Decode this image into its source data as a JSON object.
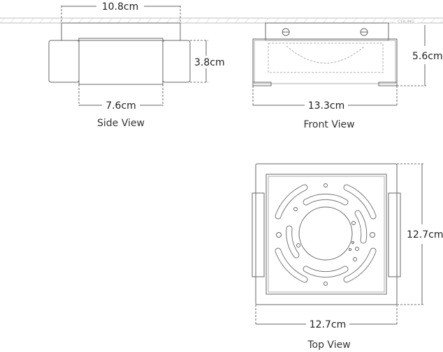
{
  "ceiling_label": "CEILING",
  "side_view": {
    "label": "Side View",
    "overall_width": "10.8cm",
    "height": "3.8cm",
    "body_width": "7.6cm"
  },
  "front_view": {
    "label": "Front View",
    "height": "5.6cm",
    "width": "13.3cm"
  },
  "top_view": {
    "label": "Top View",
    "depth": "12.7cm",
    "width": "12.7cm"
  }
}
